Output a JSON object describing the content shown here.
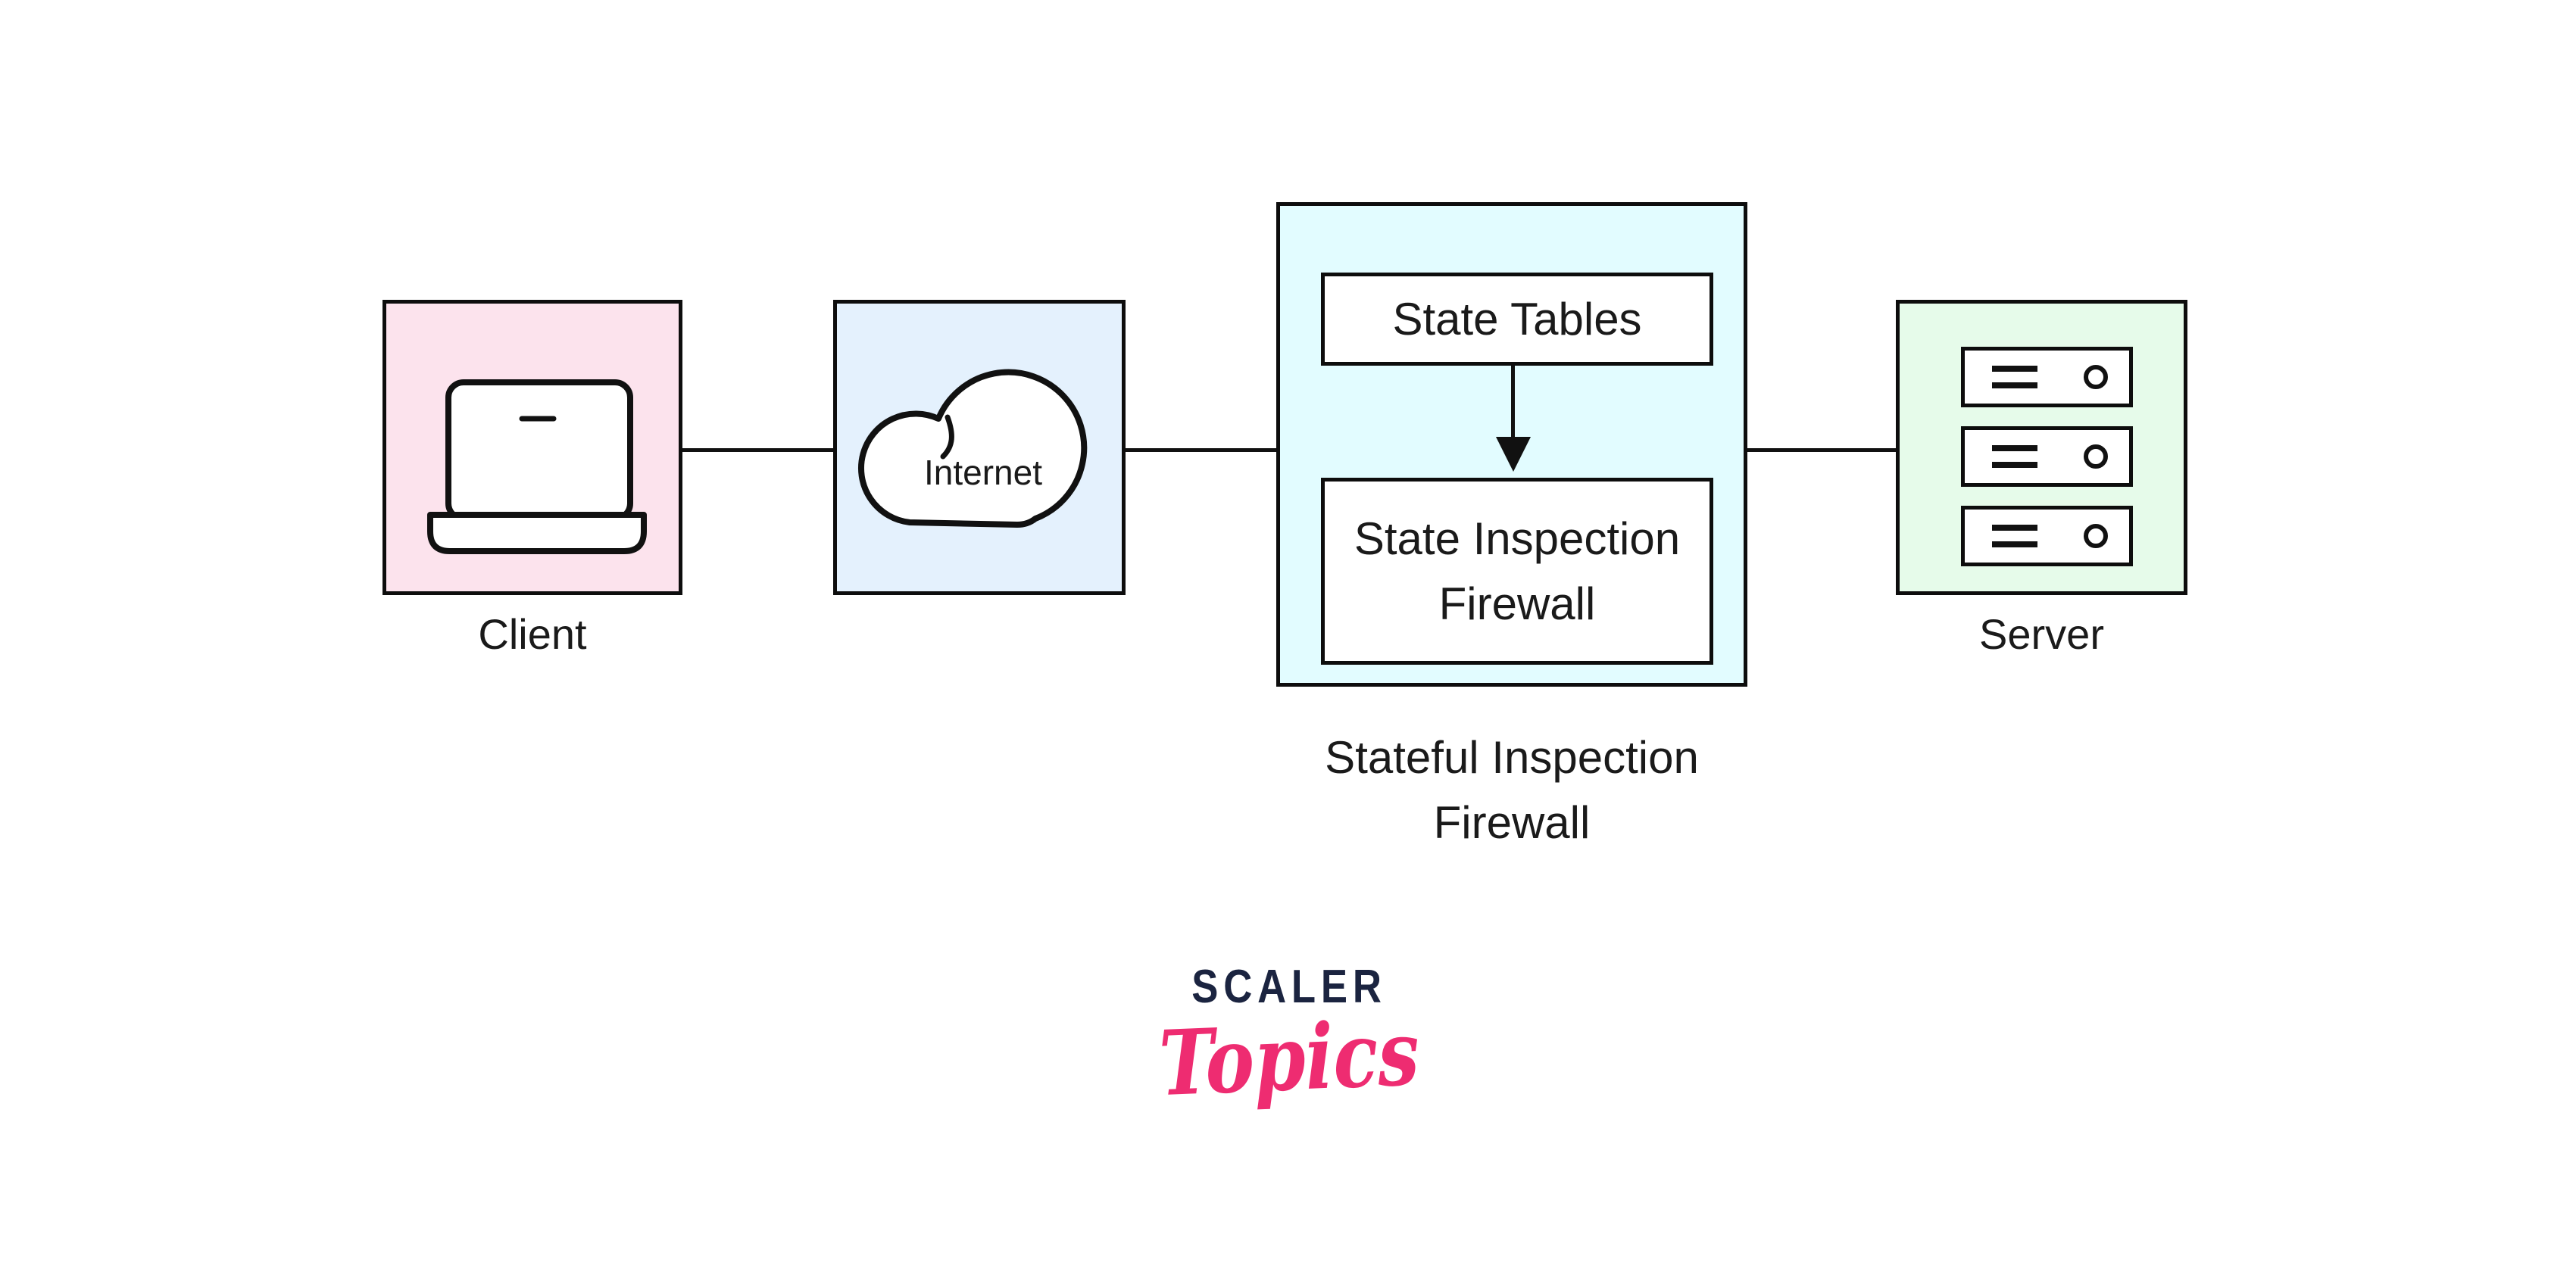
{
  "diagram": {
    "nodes": {
      "client": {
        "label": "Client"
      },
      "internet": {
        "label": "Internet"
      },
      "firewall": {
        "caption_line1": "Stateful Inspection",
        "caption_line2": "Firewall",
        "state_tables_label": "State Tables",
        "state_inspection_line1": "State Inspection",
        "state_inspection_line2": "Firewall"
      },
      "server": {
        "label": "Server"
      }
    },
    "colors": {
      "client_fill": "#fce3ed",
      "internet_fill": "#e4f1fd",
      "firewall_fill": "#e2fcff",
      "server_fill": "#e6fbea",
      "border": "#0d0d0d",
      "line": "#111111",
      "text": "#1a1a1a"
    }
  },
  "logo": {
    "brand": "SCALER",
    "sub": "Topics",
    "brand_color": "#1b2440",
    "sub_color": "#ee2c71"
  }
}
